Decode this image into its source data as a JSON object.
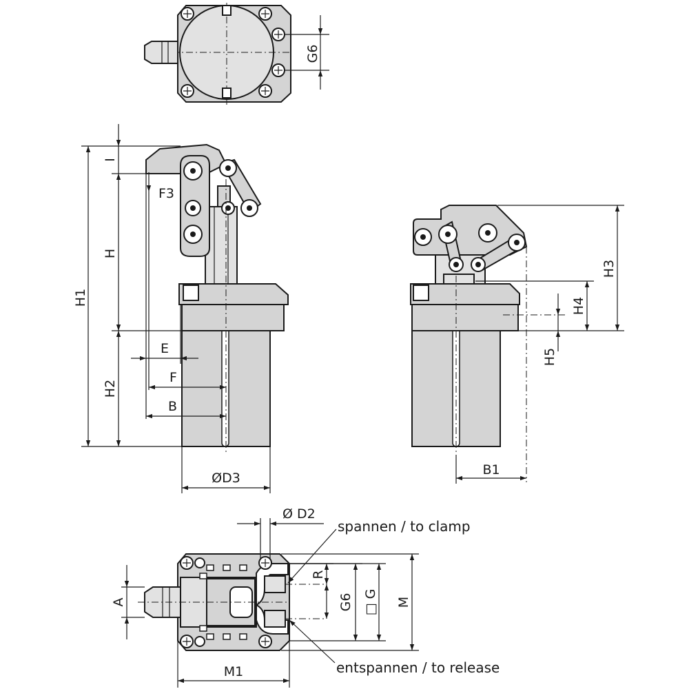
{
  "labels": {
    "G6": "G6",
    "I": "I",
    "F3": "F3",
    "H": "H",
    "H1": "H1",
    "H2": "H2",
    "E": "E",
    "F": "F",
    "B": "B",
    "D3": "ØD3",
    "H3": "H3",
    "H4": "H4",
    "H5": "H5",
    "B1": "B1",
    "D2": "Ø D2",
    "A": "A",
    "R": "R",
    "G6b": "G6",
    "G": "□ G",
    "M": "M",
    "M1": "M1"
  },
  "notes": {
    "clamp": "spannen / to clamp",
    "release": "entspannen / to release"
  }
}
